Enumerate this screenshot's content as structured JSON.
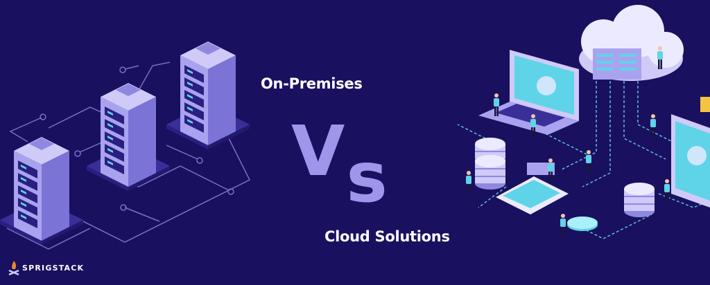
{
  "banner": {
    "left_label": "On-Premises",
    "vs_v": "V",
    "vs_s": "s",
    "right_label": "Cloud Solutions"
  },
  "brand": {
    "name": "SPRIGSTACK",
    "icon": "flame-logo-icon"
  },
  "colors": {
    "background": "#1a1060",
    "vs": "#9d96ea",
    "server": "#a9a3ef",
    "accent": "#5fd4e8",
    "logo_flame": "#f08a24"
  }
}
